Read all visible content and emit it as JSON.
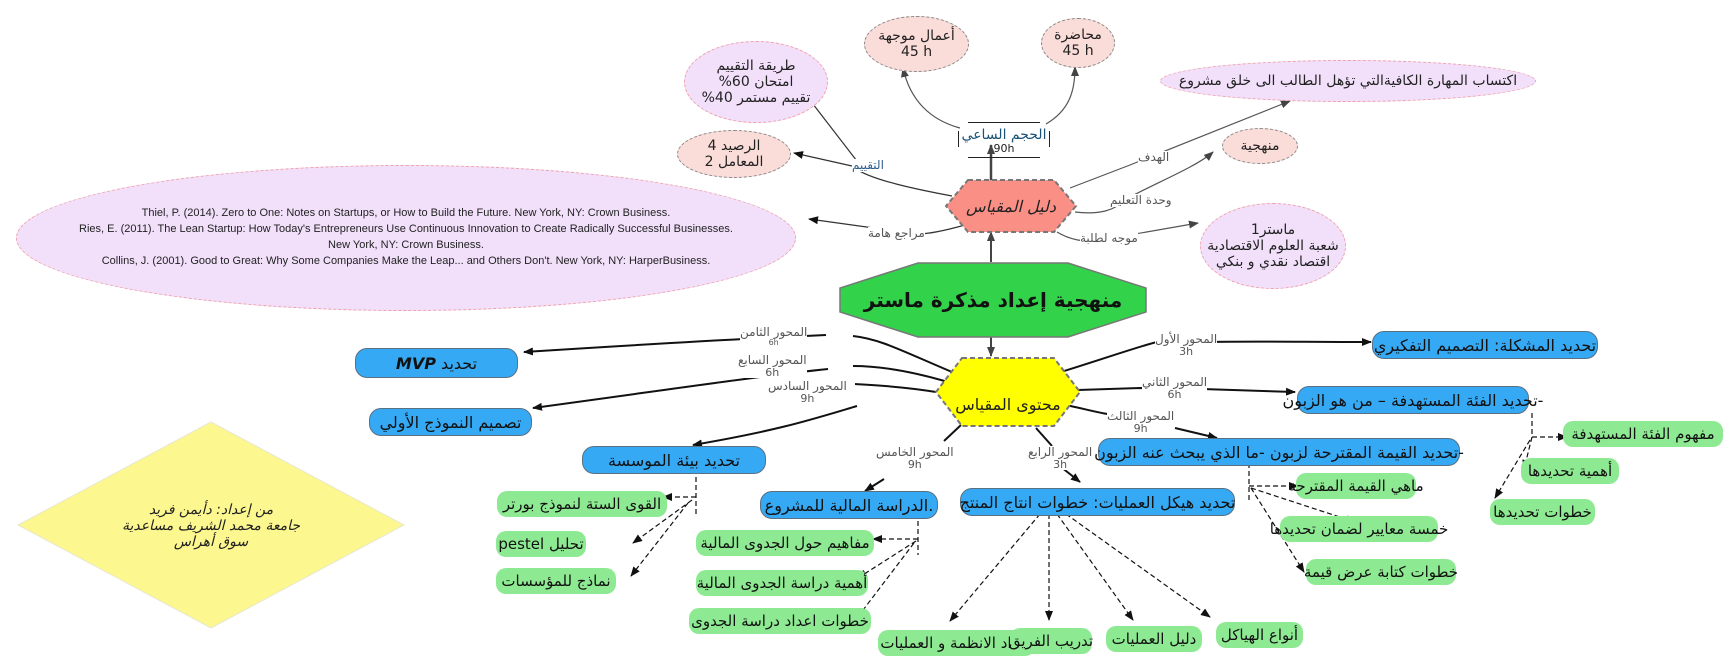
{
  "central": {
    "title": "منهجية إعداد مذكرة ماستر",
    "color": "#32d24a"
  },
  "guide": {
    "label": "دليل المقياس",
    "color": "#fa8f86",
    "volume": {
      "title": "الحجم الساعي",
      "hours": "90h"
    },
    "lecture": {
      "title": "محاضرة",
      "hours": "45 h"
    },
    "tutorial": {
      "title": "أعمال موجهة",
      "hours": "45 h"
    },
    "evaluation_label": "التقييم",
    "evaluation_method": {
      "lines": [
        "طريقة التقييم",
        "امتحان 60%",
        "تقييم مستمر 40%"
      ]
    },
    "credits": {
      "lines": [
        "الرصيد 4",
        "المعامل 2"
      ]
    },
    "references_label": "مراجع هامة",
    "references": [
      "Thiel, P. (2014). Zero to One: Notes on Startups, or How to Build the Future. New York, NY: Crown Business.",
      "Ries, E. (2011). The Lean Startup: How Today's Entrepreneurs Use Continuous Innovation to Create Radically Successful Businesses.",
      "New York, NY: Crown Business.",
      "Collins, J. (2001). Good to Great: Why Some Companies Make the Leap... and Others Don't. New York, NY: HarperBusiness."
    ],
    "goal_label": "الهدف",
    "goal": "اكتساب المهارة الكافيةالتي تؤهل الطالب الى خلق مشروع",
    "unit_label": "وحدة التعليم",
    "unit": "منهجية",
    "audience_label": "موجه لطلبة",
    "audience": {
      "lines": [
        "ماستر1",
        "شعبة العلوم الاقتصادية",
        "اقتصاد نقدي و بنكي"
      ]
    }
  },
  "content": {
    "label": "محتوى المقياس",
    "color": "#ffff00",
    "axes": [
      {
        "name": "المحور الأول",
        "hours": "3h",
        "topic": "تحديد المشكلة: التصميم التفكيري",
        "subtopics": []
      },
      {
        "name": "المحور الثاني",
        "hours": "6h",
        "topic": "-تحديد الفئة المستهدفة – من هو الزبون",
        "subtopics": [
          "مفهوم الفئة المستهدفة",
          "أهمية تحديدها",
          "خطوات تحديدها"
        ]
      },
      {
        "name": "المحور الثالث",
        "hours": "9h",
        "topic": "-تحديد القيمة المقترحة لزبون -ما الذي يبحث عنه الزبون",
        "subtopics": [
          "ماهي القيمة المقترحة",
          "خمسة  معايير لضمان تحديدها",
          "خطوات كتابة عرض قيمة"
        ]
      },
      {
        "name": "المحور الرابع",
        "hours": "3h",
        "topic": "تحديد هيكل العمليات: خطوات انتاج المنتج",
        "subtopics": [
          "اعداد الانظمة و العمليات",
          "تدريب الفريق",
          "دليل العمليات",
          "أنواع الهياكل"
        ]
      },
      {
        "name": "المحور الخامس",
        "hours": "9h",
        "topic": ".الدراسة المالية للمشروع",
        "subtopics": [
          "مفاهيم حول الجدوى المالية",
          "أهمية دراسة الجدوى المالية",
          "خطوات اعداد دراسة الجدوى"
        ]
      },
      {
        "name": "المحور السادس",
        "hours": "9h",
        "topic": "تحديد بيئة الموسسة",
        "subtopics": [
          "القوى الستة لنموذج بورتر",
          "تحليل pestel",
          "نماذج للمؤسسات"
        ]
      },
      {
        "name": "المحور السابع",
        "hours": "6h",
        "topic": "تصميم النموذج الأولي",
        "subtopics": []
      },
      {
        "name": "المحور الثامن",
        "hours": "6h",
        "topic_prefix": "تحديد",
        "topic_bold": "MVP",
        "subtopics": []
      }
    ]
  },
  "author": {
    "lines": [
      "من إعداد: دأيمن فريد",
      "جامعة محمد الشريف مساعدية",
      "سوق أهراس"
    ],
    "color": "#fcf78e"
  },
  "colors": {
    "topic_box": "#36a9f5",
    "subtopic_box": "#8eea92",
    "ellipse_pink": "#fadcd9",
    "ellipse_lavender": "#f2e0fb"
  }
}
